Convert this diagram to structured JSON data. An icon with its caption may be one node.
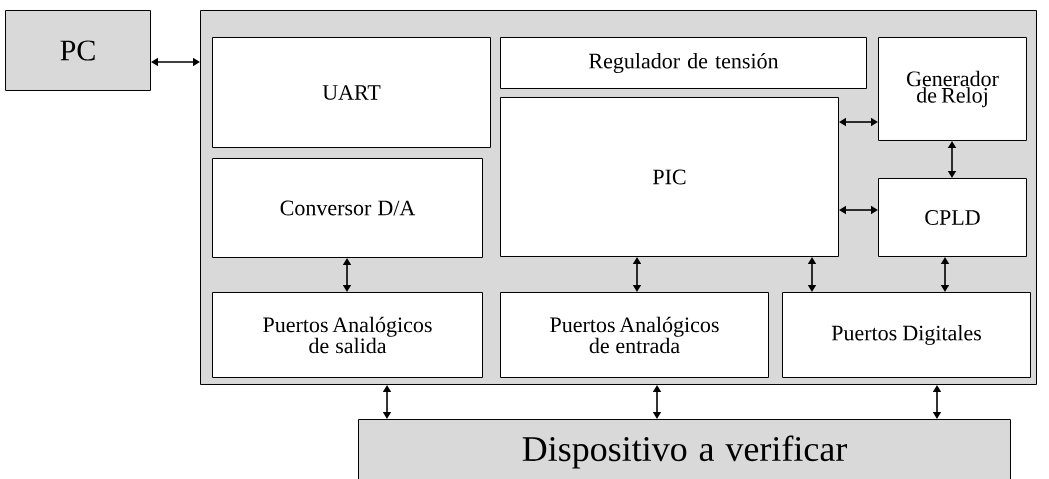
{
  "diagram": {
    "nodes": [
      {
        "text": [
          "PC"
        ]
      },
      {
        "text": [],
        "shape": "box"
      },
      {
        "text": [
          "UART"
        ],
        "in": 1
      },
      {
        "text": [
          "Regulador de tensión"
        ],
        "in": 1
      },
      {
        "text": [
          "Generador de Reloj"
        ],
        "in": 1
      },
      {
        "text": [
          "Conversor D/A"
        ],
        "in": 1
      },
      {
        "text": [
          "PIC"
        ],
        "in": 1
      },
      {
        "text": [
          "CPLD"
        ],
        "in": 1
      },
      {
        "text": [
          "Puertos Analógicos de salida"
        ],
        "in": 1
      },
      {
        "text": [
          "Puertos Analógicos de entrada"
        ],
        "in": 1
      },
      {
        "text": [
          "Puertos Digitales"
        ],
        "in": 1
      },
      {
        "text": [
          "Dispositivo a  verificar"
        ]
      }
    ],
    "edges": [
      {
        "from": 0,
        "to": 1,
        "arrow": "both"
      },
      {
        "from": 6,
        "to": 4,
        "arrow": "both"
      },
      {
        "from": 6,
        "to": 7,
        "arrow": "both"
      },
      {
        "from": 4,
        "to": 7,
        "arrow": "both"
      },
      {
        "from": 5,
        "to": 8,
        "arrow": "both"
      },
      {
        "from": 6,
        "to": 9,
        "arrow": "both"
      },
      {
        "from": 6,
        "to": 10,
        "arrow": "both"
      },
      {
        "from": 7,
        "to": 10,
        "arrow": "both"
      },
      {
        "from": 1,
        "to": 11,
        "arrow": "both"
      },
      {
        "from": 1,
        "to": 11,
        "arrow": "both"
      },
      {
        "from": 1,
        "to": 11,
        "arrow": "both"
      }
    ]
  }
}
